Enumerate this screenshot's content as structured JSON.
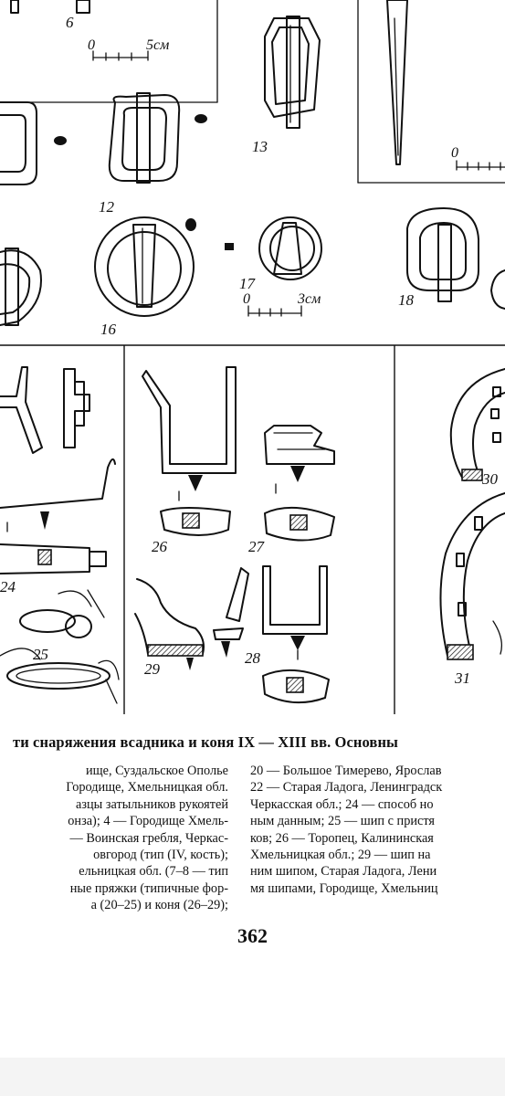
{
  "figure_labels": {
    "f6": "6",
    "f12": "12",
    "f13": "13",
    "f16": "16",
    "f17": "17",
    "f18": "18",
    "f24": "24",
    "f25": "25",
    "f26": "26",
    "f27": "27",
    "f28": "28",
    "f29": "29",
    "f30": "30",
    "f31": "31",
    "f0a": "0"
  },
  "scales": {
    "top_left": {
      "zero": "0",
      "end": "5см"
    },
    "middle": {
      "zero": "0",
      "end": "3см"
    },
    "right_zero": "0"
  },
  "caption": {
    "title": "ти снаряжения всадника и коня IX — XIII вв. Основны",
    "left_lines": [
      "ище, Суздальское Ополье",
      "Городище, Хмельницкая обл.",
      "азцы затыльников рукоятей",
      "онза); 4 — Городище Хмель-",
      "— Воинская гребля, Черкас-",
      "овгород (тип (IV, кость);",
      "ельницкая обл. (7–8 — тип",
      "ные пряжки (типичные фор-",
      "а (20–25) и коня (26–29);"
    ],
    "right_lines": [
      "20 — Большое Тимерево, Ярослав",
      "22 — Старая Ладога, Ленинградск",
      "Черкасская обл.; 24 — способ но",
      "ным данным; 25 — шип с пристя",
      "ков; 26 — Торопец, Калининская",
      "Хмельницкая обл.; 29 — шип на",
      "ним шипом, Старая Ладога, Лени",
      "мя шипами, Городище, Хмельниц"
    ]
  },
  "page_number": "362"
}
